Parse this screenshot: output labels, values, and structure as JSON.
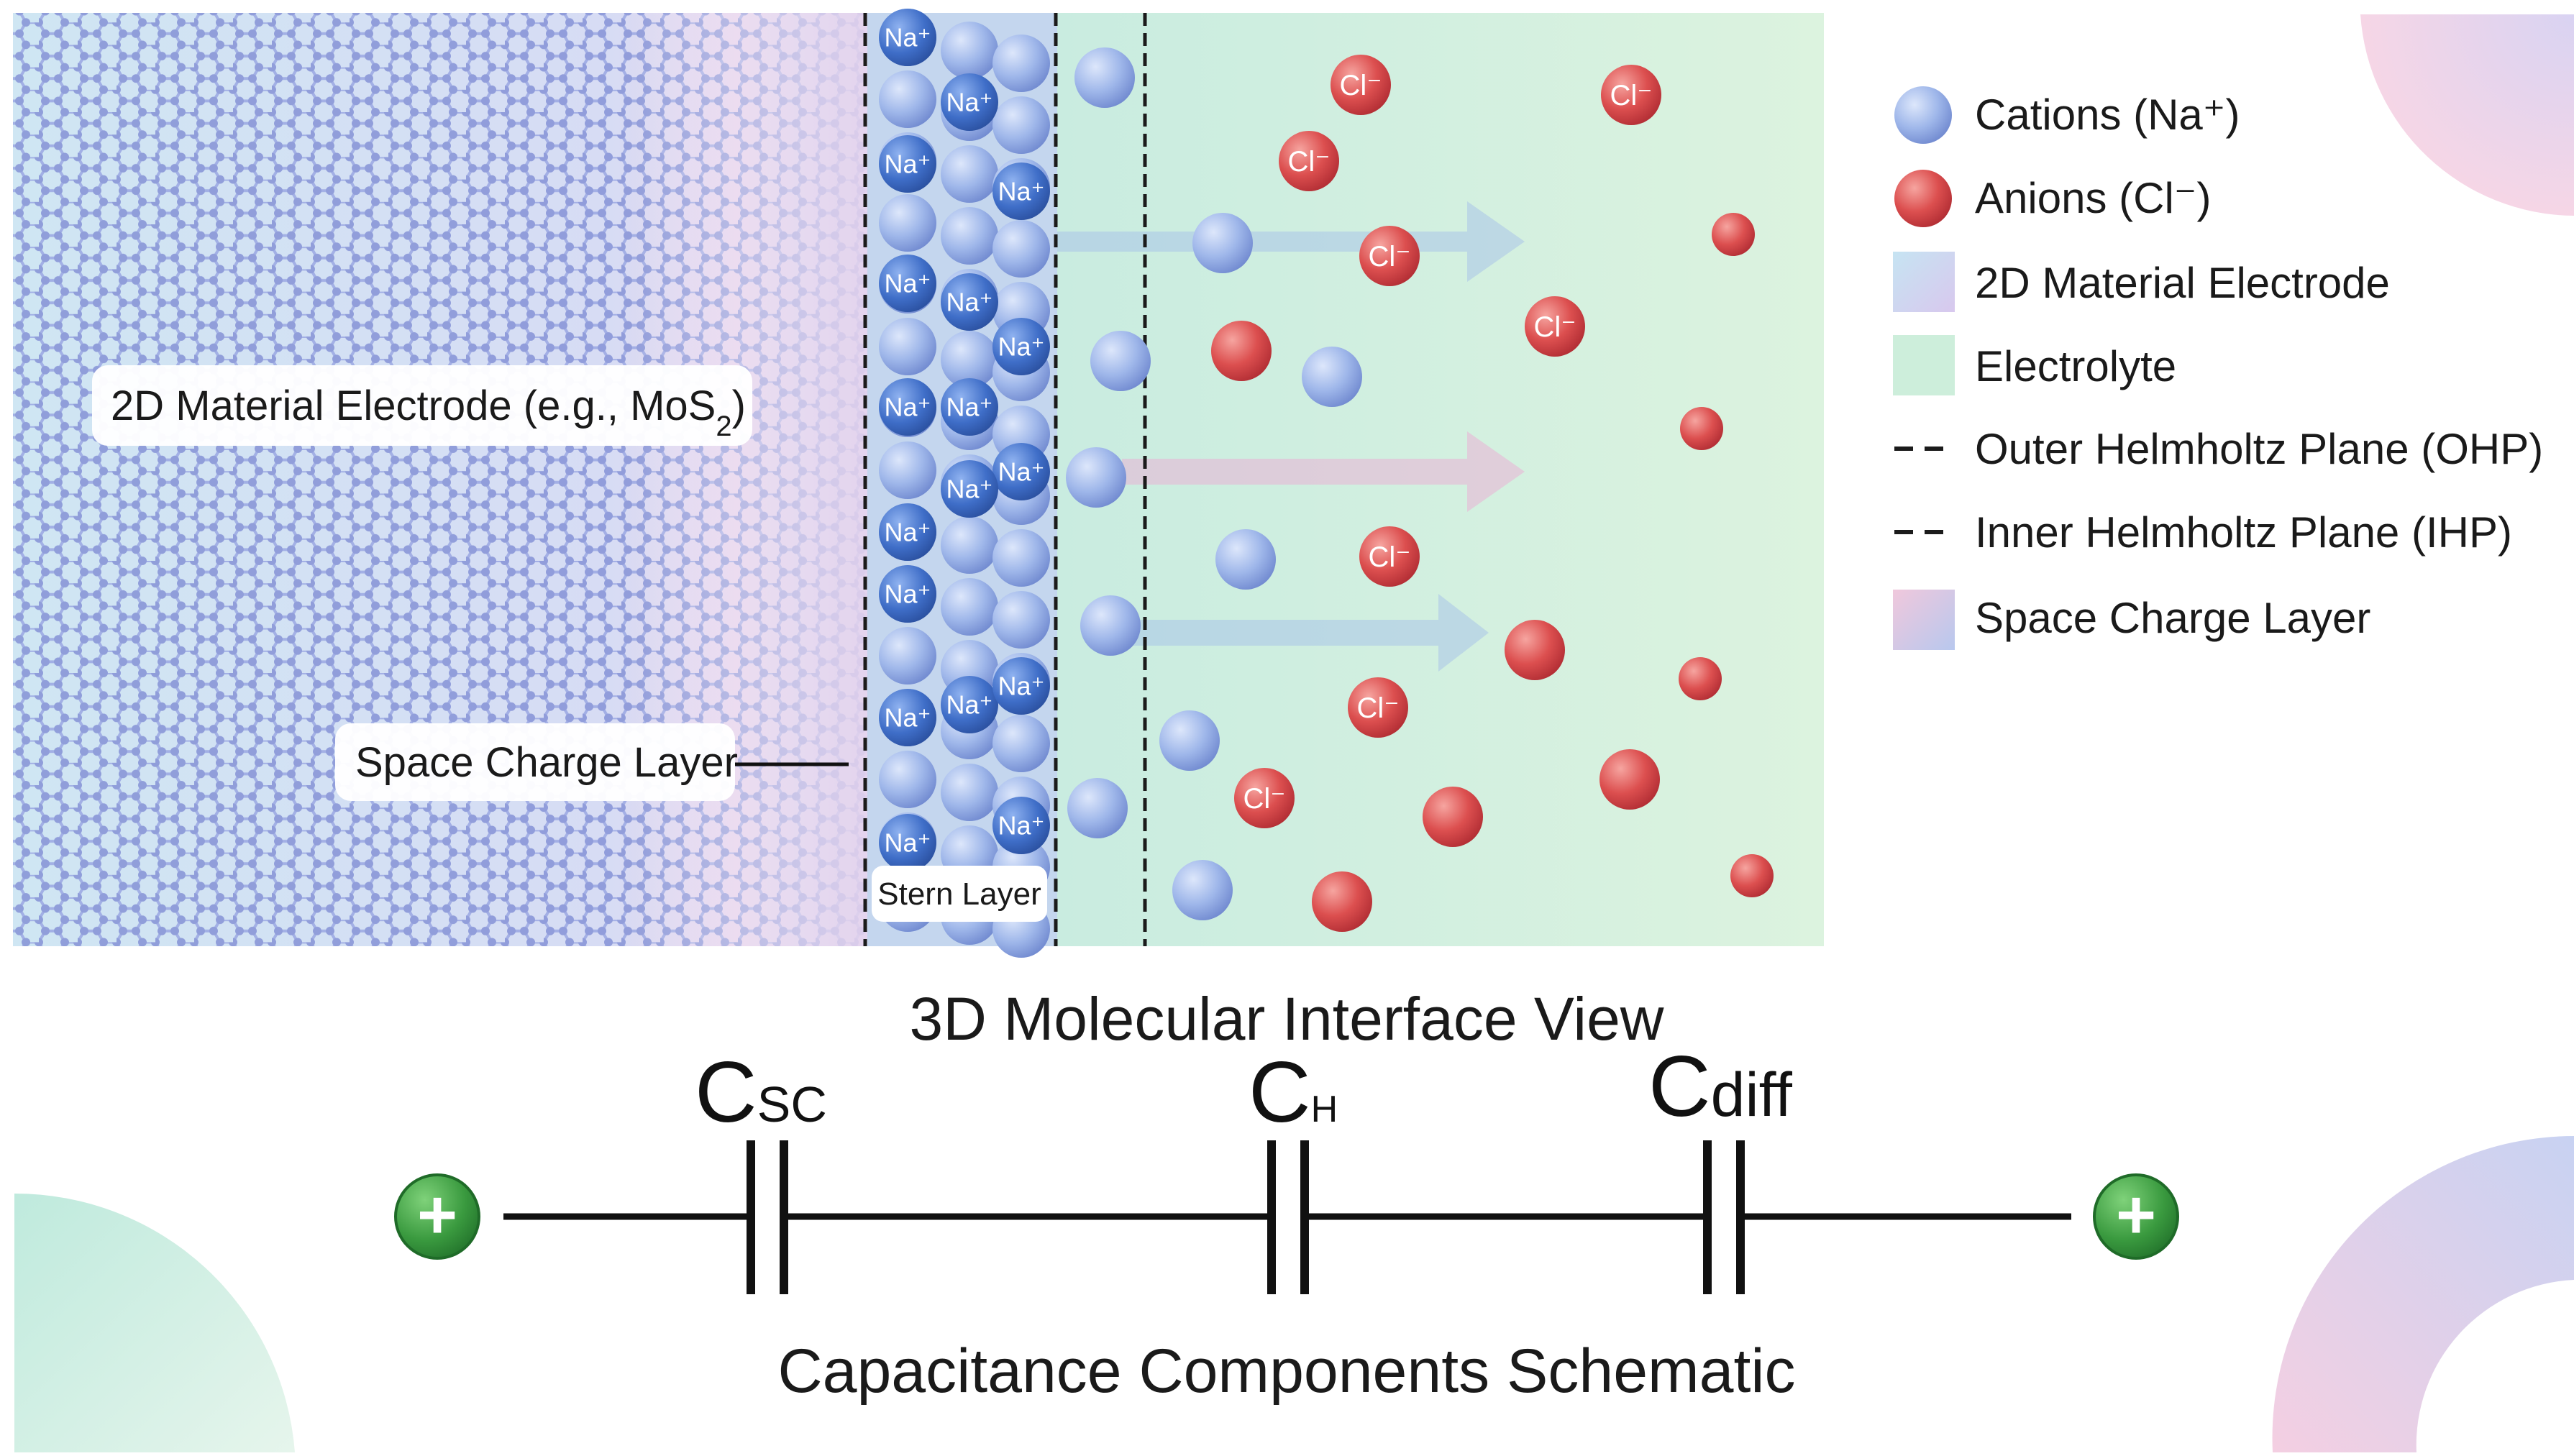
{
  "callouts": {
    "electrode_prefix": "2D Material Electrode (e.g., MoS",
    "electrode_sub": "2",
    "electrode_suffix": ")",
    "space_charge": "Space Charge Layer",
    "stern": "Stern Layer"
  },
  "ion_labels": {
    "cation": "Na⁺",
    "anion": "Cl⁻"
  },
  "legend": {
    "cations": "Cations (Na⁺)",
    "anions": "Anions (Cl⁻)",
    "electrode": "2D Material Electrode",
    "electrolyte": "Electrolyte",
    "ohp": "Outer Helmholtz Plane (OHP)",
    "ihp": "Inner Helmholtz Plane (IHP)",
    "space_charge": "Space Charge Layer"
  },
  "titles": {
    "view": "3D Molecular Interface View",
    "schematic": "Capacitance Components Schematic"
  },
  "circuit": {
    "cap1_main": "C",
    "cap1_sub": "SC",
    "cap2_main": "C",
    "cap2_sub": "H",
    "cap3_main": "C",
    "cap3_sub": "diff",
    "terminal_symbol": "+"
  },
  "colors": {
    "cation": "#93aee6",
    "anion": "#e0484d",
    "electrolyte": "#cdeedb",
    "electrode": "#c8dcf2",
    "lattice": "#8d9bdc",
    "terminal": "#2f8f3f"
  }
}
